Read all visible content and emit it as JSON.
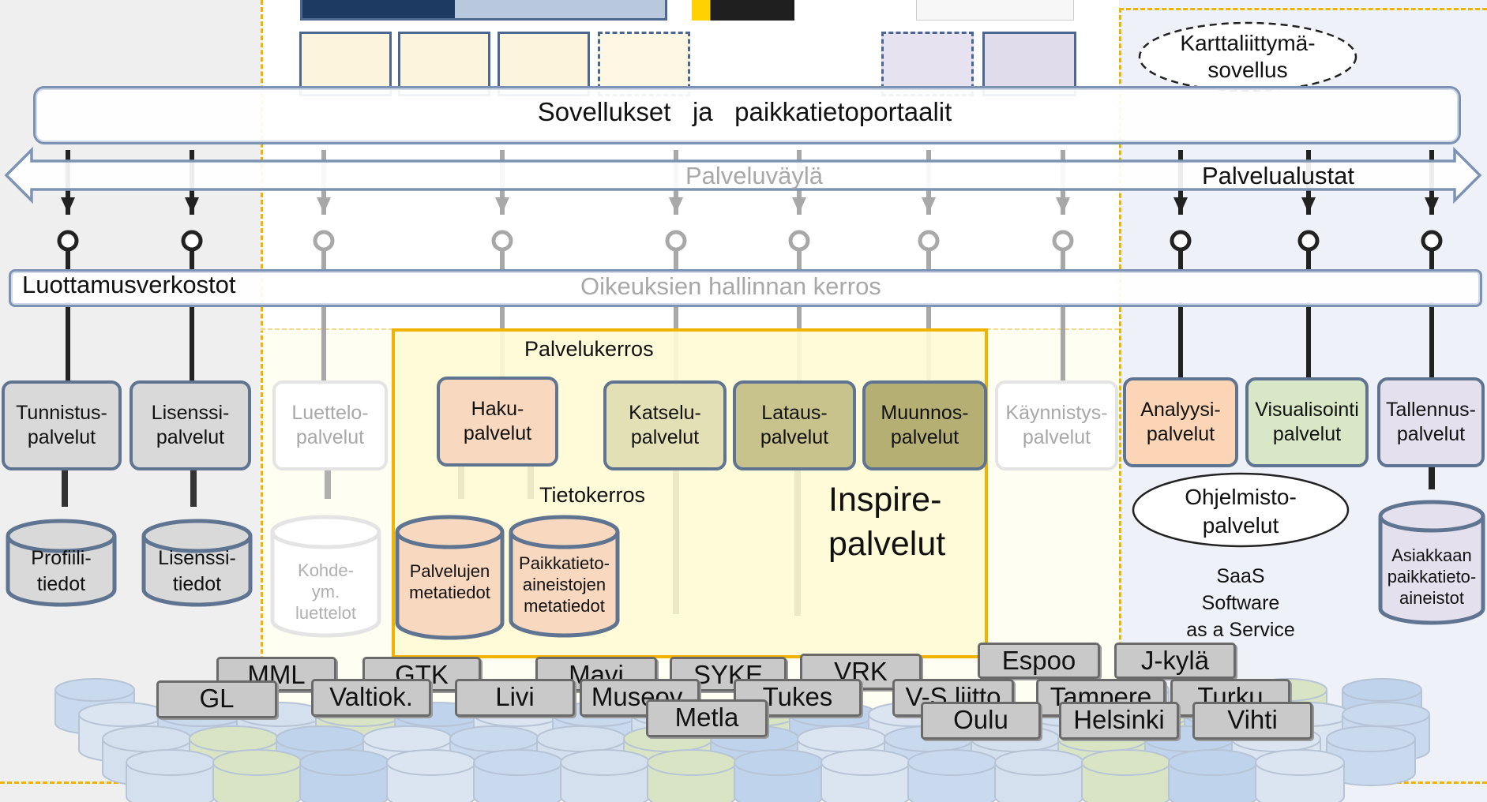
{
  "colors": {
    "zone_left": "#efefef",
    "zone_right": "#eef1f8",
    "dash_yellow": "#f0b400",
    "bar_border": "#7d93b3",
    "service_layer_fill": "#fffbd6",
    "service_layer_border": "#f0b400",
    "connector_dark": "#222222",
    "connector_light": "#a8a8a8"
  },
  "portal_bar": {
    "label": "Sovellukset   ja   paikkatietoportaalit"
  },
  "map_app": {
    "label_line1": "Karttaliittymä-",
    "label_line2": "sovellus"
  },
  "bus": {
    "label_center": "Palveluväylä",
    "label_right": "Palvelualustat"
  },
  "rights_bar": {
    "label_left": "Luottamusverkostot",
    "label_center": "Oikeuksien hallinnan kerros"
  },
  "service_layer_title": "Palvelukerros",
  "data_layer_title": "Tietokerros",
  "inspire": {
    "line1": "Inspire-",
    "line2": "palvelut"
  },
  "services": [
    {
      "id": "tunnistus",
      "line1": "Tunnistus-",
      "line2": "palvelut"
    },
    {
      "id": "lisenssi",
      "line1": "Lisenssi-",
      "line2": "palvelut"
    },
    {
      "id": "luettelo",
      "line1": "Luettelo-",
      "line2": "palvelut"
    },
    {
      "id": "haku",
      "line1": "Haku-",
      "line2": "palvelut"
    },
    {
      "id": "katselu",
      "line1": "Katselu-",
      "line2": "palvelut"
    },
    {
      "id": "lataus",
      "line1": "Lataus-",
      "line2": "palvelut"
    },
    {
      "id": "muunnos",
      "line1": "Muunnos-",
      "line2": "palvelut"
    },
    {
      "id": "kaynnistys",
      "line1": "Käynnistys-",
      "line2": "palvelut"
    },
    {
      "id": "analyysi",
      "line1": "Analyysi-",
      "line2": "palvelut"
    },
    {
      "id": "visualisointi",
      "line1": "Visualisointi",
      "line2": "palvelut"
    },
    {
      "id": "tallennus",
      "line1": "Tallennus-",
      "line2": "palvelut"
    }
  ],
  "datastores": [
    {
      "id": "profiili",
      "lines": [
        "Profiili-",
        "tiedot"
      ]
    },
    {
      "id": "lisenssitiedot",
      "lines": [
        "Lisenssi-",
        "tiedot"
      ]
    },
    {
      "id": "kohde",
      "lines": [
        "Kohde-",
        "ym.",
        "luettelot"
      ]
    },
    {
      "id": "palvelujen",
      "lines": [
        "Palvelujen",
        "metatiedot"
      ]
    },
    {
      "id": "paikkatieto",
      "lines": [
        "Paikkatieto-",
        "aineistojen",
        "metatiedot"
      ]
    },
    {
      "id": "asiakkaan",
      "lines": [
        "Asiakkaan",
        "paikkatieto-",
        "aineistot"
      ]
    }
  ],
  "software": {
    "line1": "Ohjelmisto-",
    "line2": "palvelut"
  },
  "saas": {
    "line1": "SaaS",
    "line2": "Software",
    "line3": "as a Service"
  },
  "organizations": [
    "MML",
    "GTK",
    "Mavi",
    "SYKE",
    "VRK",
    "Espoo",
    "J-kylä",
    "GL",
    "Valtiok.",
    "Livi",
    "Museov.",
    "Tukes",
    "V-S liitto",
    "Tampere",
    "Turku",
    "Metla",
    "Oulu",
    "Helsinki",
    "Vihti"
  ]
}
